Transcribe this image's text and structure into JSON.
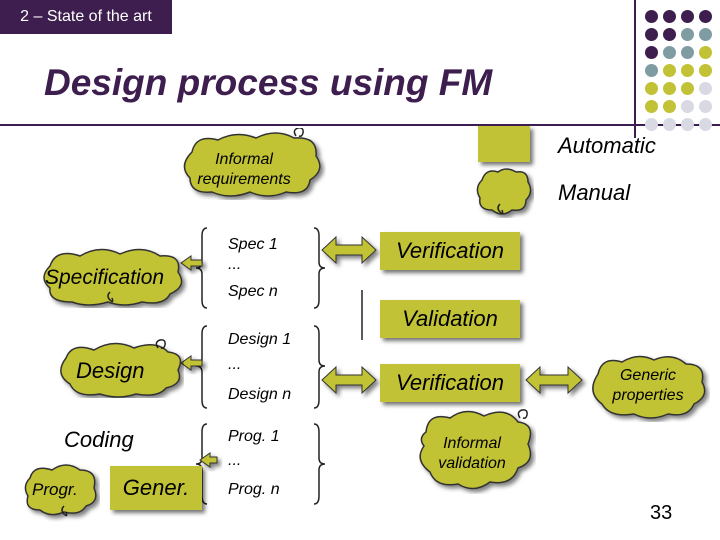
{
  "header": {
    "section_tag": "2 – State of the art",
    "title": "Design process using FM"
  },
  "legend": {
    "automatic": "Automatic",
    "manual": "Manual"
  },
  "clouds": {
    "informal_requirements": "Informal requirements",
    "specification": "Specification",
    "design": "Design",
    "programming": "Progr.",
    "informal_validation": "Informal validation",
    "generic_properties": "Generic properties"
  },
  "activities": {
    "coding": "Coding",
    "generation": "Gener."
  },
  "artifacts": {
    "spec": [
      "Spec 1",
      "...",
      "Spec n"
    ],
    "design": [
      "Design 1",
      "...",
      "Design n"
    ],
    "prog": [
      "Prog. 1",
      "...",
      "Prog. n"
    ]
  },
  "checks": {
    "verification_spec": "Verification",
    "validation": "Validation",
    "verification_design": "Verification"
  },
  "page_number": "33",
  "colors": {
    "purple": "#3d1e4e",
    "olive": "#c2c236",
    "slate": "#7f9ca3",
    "light_gray": "#d9d9e3"
  },
  "decor_dot_grid": [
    [
      "purple",
      "purple",
      "purple",
      "purple"
    ],
    [
      "purple",
      "purple",
      "slate",
      "slate"
    ],
    [
      "purple",
      "slate",
      "slate",
      "olive"
    ],
    [
      "slate",
      "olive",
      "olive",
      "olive"
    ],
    [
      "olive",
      "olive",
      "olive",
      "light_gray"
    ],
    [
      "olive",
      "olive",
      "light_gray",
      "light_gray"
    ],
    [
      "light_gray",
      "light_gray",
      "light_gray",
      "light_gray"
    ]
  ]
}
